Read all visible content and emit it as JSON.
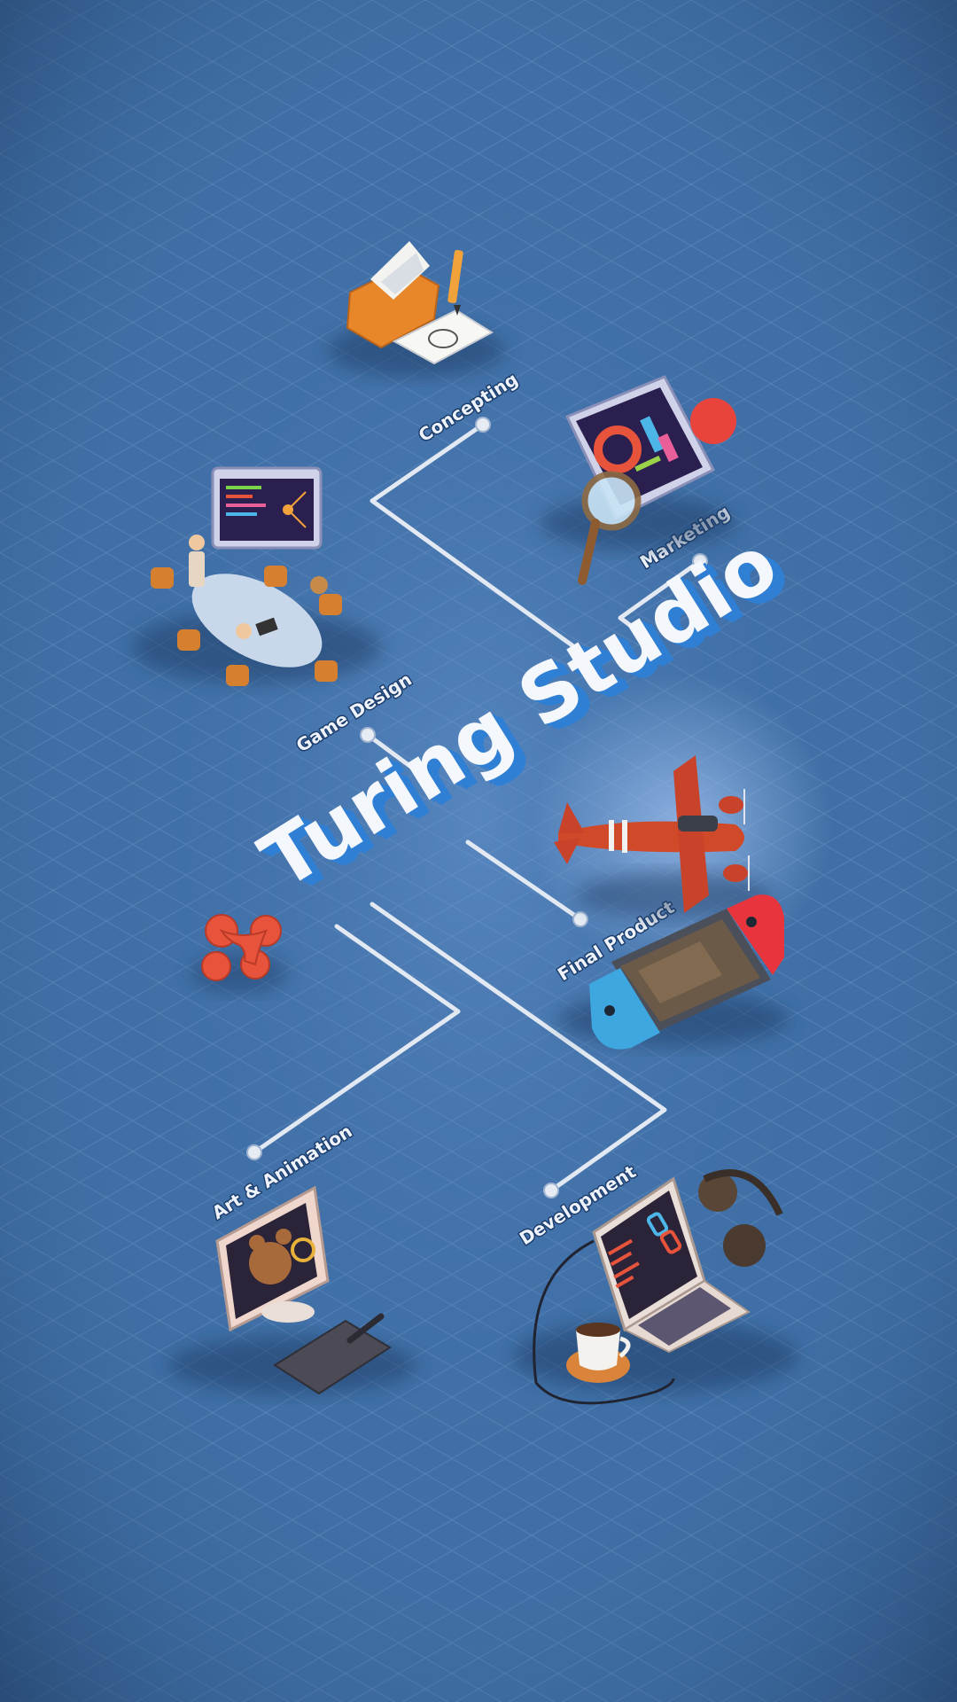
{
  "title": "Turing Studio",
  "stages": {
    "concepting": "Concepting",
    "marketing": "Marketing",
    "game_design": "Game Design",
    "final_product": "Final Product",
    "art_animation": "Art & Animation",
    "development": "Development"
  },
  "colors": {
    "background": "#3f6fa6",
    "grid": "#6f98c8",
    "path": "#e3e9f2",
    "logo": "#e8533c",
    "title_face": "#f4f7fc",
    "title_side": "#2f7fd4"
  },
  "icons": {
    "concepting": "folder-notepad-pencil-icon",
    "marketing": "monitor-chart-magnifier-icon",
    "game_design": "meeting-table-icon",
    "final_product": "airplane-and-handheld-console-icon",
    "art_animation": "drawing-tablet-monitor-icon",
    "development": "laptop-headphones-coffee-icon",
    "logo": "turing-logo-icon"
  }
}
